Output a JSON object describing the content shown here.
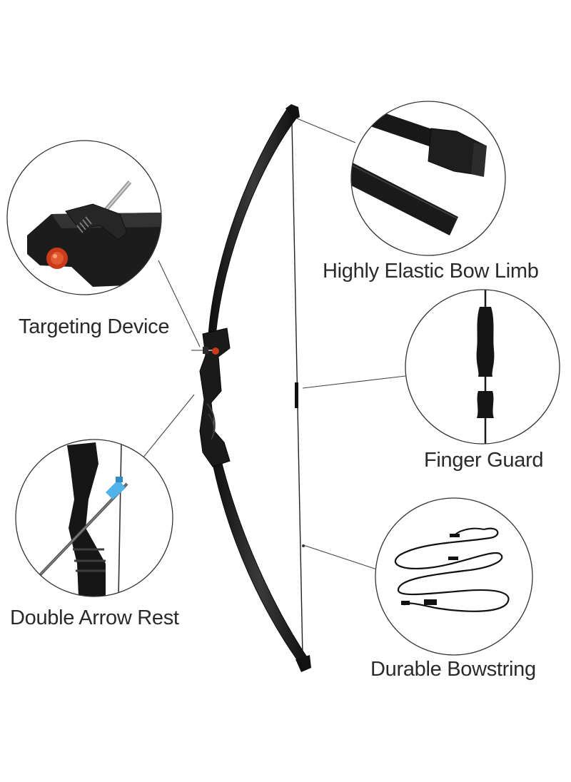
{
  "callouts": {
    "targeting_device": "Targeting Device",
    "bow_limb": "Highly Elastic Bow Limb",
    "finger_guard": "Finger Guard",
    "arrow_rest": "Double Arrow Rest",
    "bowstring": "Durable Bowstring"
  },
  "colors": {
    "bow_black": "#141414",
    "string": "#222222",
    "circle_stroke": "#333333",
    "leader_line": "#444444",
    "sight_red": "#c83a1a",
    "arrow_rest_blue": "#4fb3e8",
    "label_text": "#2a2a2a",
    "background": "#ffffff"
  }
}
